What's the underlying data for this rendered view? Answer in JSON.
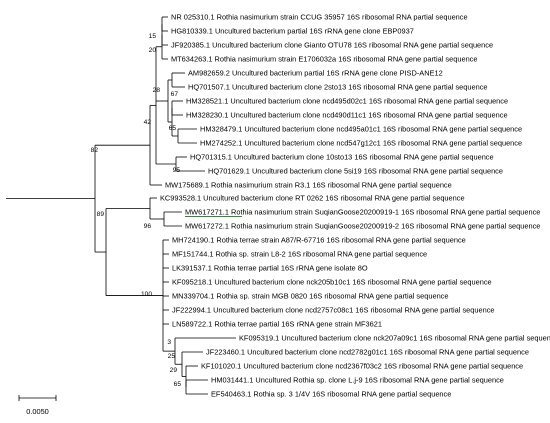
{
  "tree": {
    "leaves": [
      {
        "id": "L1",
        "label": "NR 025310.1 Rothia nasimurium strain CCUG 35957 16S ribosomal RNA partial sequence"
      },
      {
        "id": "L2",
        "label": "HG810339.1 Uncultured bacterium partial 16S rRNA gene clone EBP0937"
      },
      {
        "id": "L3",
        "label": "JF920385.1 Uncultured bacterium clone Gianto OTU78 16S ribosomal RNA gene partial sequence"
      },
      {
        "id": "L4",
        "label": "MT634263.1 Rothia nasimurium strain E1706032a 16S ribosomal RNA gene partial sequence"
      },
      {
        "id": "L5",
        "label": "AM982659.2 Uncultured bacterium partial 16S rRNA gene clone PISD-ANE12"
      },
      {
        "id": "L6",
        "label": "HQ701507.1 Uncultured bacterium clone 2sto13 16S ribosomal RNA gene partial sequence"
      },
      {
        "id": "L7",
        "label": "HM328521.1 Uncultured bacterium clone ncd495d02c1 16S ribosomal RNA gene partial sequence"
      },
      {
        "id": "L8",
        "label": "HM328230.1 Uncultured bacterium clone ncd490d11c1 16S ribosomal RNA gene partial sequence"
      },
      {
        "id": "L9",
        "label": "HM328479.1 Uncultured bacterium clone ncd495a01c1 16S ribosomal RNA gene partial sequence"
      },
      {
        "id": "L10",
        "label": "HM274252.1 Uncultured bacterium clone ncd547g12c1 16S ribosomal RNA gene partial sequence"
      },
      {
        "id": "L11",
        "label": "HQ701315.1 Uncultured bacterium clone 10sto13 16S ribosomal RNA gene partial sequence"
      },
      {
        "id": "L12",
        "label": "HQ701629.1 Uncultured bacterium clone 5si19 16S ribosomal RNA gene partial sequence"
      },
      {
        "id": "L13",
        "label": "MW175689.1 Rothia nasimurium strain R3.1 16S ribosomal RNA gene partial sequence"
      },
      {
        "id": "L14",
        "label": "KC993528.1 Uncultured bacterium clone RT 0262 16S ribosomal RNA gene partial sequence"
      },
      {
        "id": "L15",
        "label": "MW617271.1 Rothia nasimurium strain SuqianGoose20200919-1 16S ribosomal RNA gene partial sequence",
        "highlight": true
      },
      {
        "id": "L16",
        "label": "MW617272.1 Rothia nasimurium strain SuqianGoose20200919-2 16S ribosomal RNA gene partial sequence"
      },
      {
        "id": "L17",
        "label": "MH724190.1 Rothia terrae strain A87/R-67716 16S ribosomal RNA gene partial sequence"
      },
      {
        "id": "L18",
        "label": "MF151744.1 Rothia sp. strain L8-2 16S ribosomal RNA gene partial sequence"
      },
      {
        "id": "L19",
        "label": "LK391537.1 Rothia terrae partial 16S rRNA gene isolate 8O"
      },
      {
        "id": "L20",
        "label": "KF095218.1 Uncultured bacterium clone nck205b10c1 16S ribosomal RNA gene partial sequence"
      },
      {
        "id": "L21",
        "label": "MN339704.1 Rothia sp. strain MGB 0820 16S ribosomal RNA gene partial sequence"
      },
      {
        "id": "L22",
        "label": "JF222994.1 Uncultured bacterium clone ncd2757c08c1 16S ribosomal RNA gene partial sequence"
      },
      {
        "id": "L23",
        "label": "LN589722.1 Rothia terrae partial 16S rRNA gene strain MF3621"
      },
      {
        "id": "L24",
        "label": "KF095319.1 Uncultured bacterium clone nck207a09c1 16S ribosomal RNA gene partial sequen"
      },
      {
        "id": "L25",
        "label": "JF223460.1 Uncultured bacterium clone ncd2782g01c1 16S ribosomal RNA gene partial sequence"
      },
      {
        "id": "L26",
        "label": "KF101020.1 Uncultured bacterium clone ncd2367f03c2 16S ribosomal RNA gene partial sequence"
      },
      {
        "id": "L27",
        "label": "HM031441.1 Uncultured Rothia sp. clone L.j-9 16S ribosomal RNA gene partial sequence"
      },
      {
        "id": "L28",
        "label": "EF540463.1 Rothia sp. 3 1/4V 16S ribosomal RNA gene partial sequence"
      }
    ],
    "bootstrap": [
      {
        "node": "N15",
        "value": "15"
      },
      {
        "node": "N20",
        "value": "20"
      },
      {
        "node": "N67",
        "value": "67"
      },
      {
        "node": "N28",
        "value": "28"
      },
      {
        "node": "N65a",
        "value": "65"
      },
      {
        "node": "N42",
        "value": "42"
      },
      {
        "node": "N95",
        "value": "95"
      },
      {
        "node": "N82",
        "value": "82"
      },
      {
        "node": "N89",
        "value": "89"
      },
      {
        "node": "N96",
        "value": "96"
      },
      {
        "node": "N100",
        "value": "100"
      },
      {
        "node": "N3",
        "value": "3"
      },
      {
        "node": "N25",
        "value": "25"
      },
      {
        "node": "N29",
        "value": "29"
      },
      {
        "node": "N65b",
        "value": "65"
      }
    ],
    "highlight_color": "#2e8b3a"
  },
  "scale_bar": {
    "label": "0.0050"
  }
}
